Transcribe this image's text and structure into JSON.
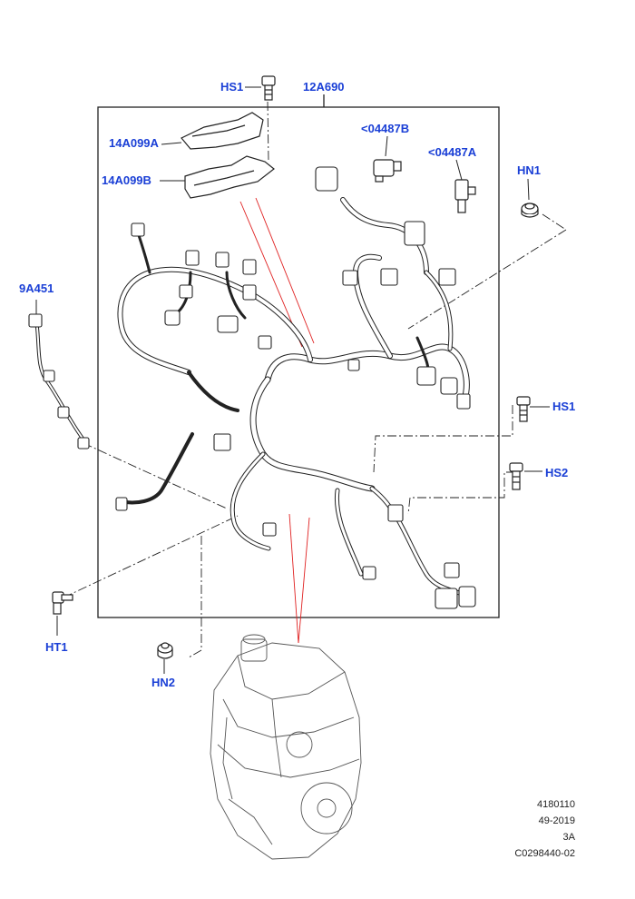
{
  "callouts": {
    "hs1_top": "HS1",
    "harness_main": "12A690",
    "shield_a": "14A099A",
    "shield_b": "14A099B",
    "sensor_b": "<04487B",
    "sensor_a": "<04487A",
    "hn1": "HN1",
    "harness_9a451": "9A451",
    "hs1_right": "HS1",
    "hs2": "HS2",
    "ht1": "HT1",
    "hn2": "HN2"
  },
  "reference": {
    "number": "4180110",
    "date": "49-2019",
    "sheet": "3A",
    "code": "C0298440-02"
  },
  "colors": {
    "callout": "#1a3fd6",
    "line": "#222222",
    "pointer": "#e02020"
  }
}
